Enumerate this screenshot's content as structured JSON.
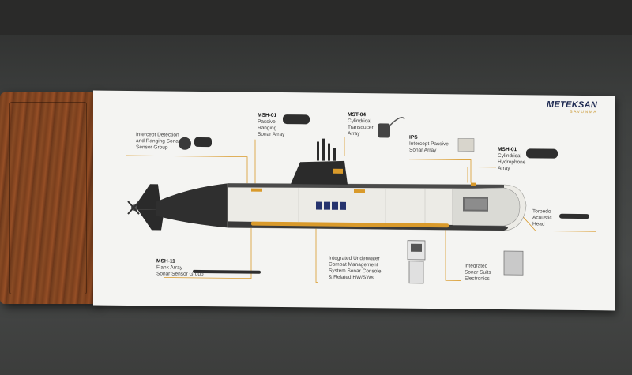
{
  "brand": {
    "name": "METEKSAN",
    "sub": "SAVUNMA"
  },
  "labels": {
    "intercept_detection": {
      "lines": [
        "Intercept Detection",
        "and Ranging Sonar",
        "Sensor Group"
      ]
    },
    "msh01_ranging": {
      "title": "MSH-01",
      "lines": [
        "Passive",
        "Ranging",
        "Sonar Array"
      ]
    },
    "mst04": {
      "title": "MST-04",
      "lines": [
        "Cylindrical",
        "Transducer",
        "Array"
      ]
    },
    "ips": {
      "title": "IPS",
      "lines": [
        "Intercept Passive",
        "Sonar Array"
      ]
    },
    "msh01_cyl": {
      "title": "MSH-01",
      "lines": [
        "Cylindrical",
        "Hydrophone",
        "Array"
      ]
    },
    "torpedo": {
      "lines": [
        "Torpedo",
        "Acoustic",
        "Head"
      ]
    },
    "msh11": {
      "title": "MSH-11",
      "lines": [
        "Flank Array",
        "Sonar Sensor Group"
      ]
    },
    "console": {
      "lines": [
        "Integrated Underwater",
        "Combat Management",
        "System Sonar Console",
        "& Related HW/SWs"
      ]
    },
    "suits": {
      "lines": [
        "Integrated",
        "Sonar Suits",
        "Electronics"
      ]
    }
  },
  "colors": {
    "board": "#f4f4f2",
    "accent_line": "#d99a2b",
    "hull_dark": "#2a2a2a",
    "hull_light": "#eeeeea",
    "brand_blue": "#1e2a52"
  }
}
